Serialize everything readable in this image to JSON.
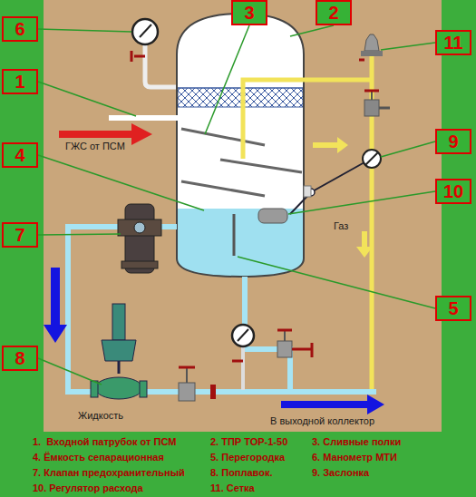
{
  "diagram": {
    "nodes": [
      {
        "text": [
          "3"
        ]
      },
      {
        "text": [
          "2"
        ]
      },
      {
        "text": [
          "6"
        ]
      },
      {
        "text": [
          "11"
        ]
      },
      {
        "text": [
          "1"
        ]
      },
      {
        "text": [
          "9"
        ]
      },
      {
        "text": [
          "4"
        ]
      },
      {
        "text": [
          "10"
        ]
      },
      {
        "text": [
          "7"
        ]
      },
      {
        "text": [
          "5"
        ]
      },
      {
        "text": [
          "8"
        ]
      }
    ],
    "labels": [
      "ГЖС от ПСМ",
      "Газ",
      "Жидкость",
      "В выходной коллектор",
      "1.  Входной патрубок от ПСМ",
      "2. ТПР ТОР-1-50",
      "3. Сливные полки",
      "4. Ёмкость сепарационная",
      "5. Перегородка",
      "6. Манометр МТИ",
      "7. Клапан предохранительный",
      "8. Поплавок.",
      "9. Заслонка",
      "10. Регулятор расхода",
      "11. Сетка"
    ]
  }
}
